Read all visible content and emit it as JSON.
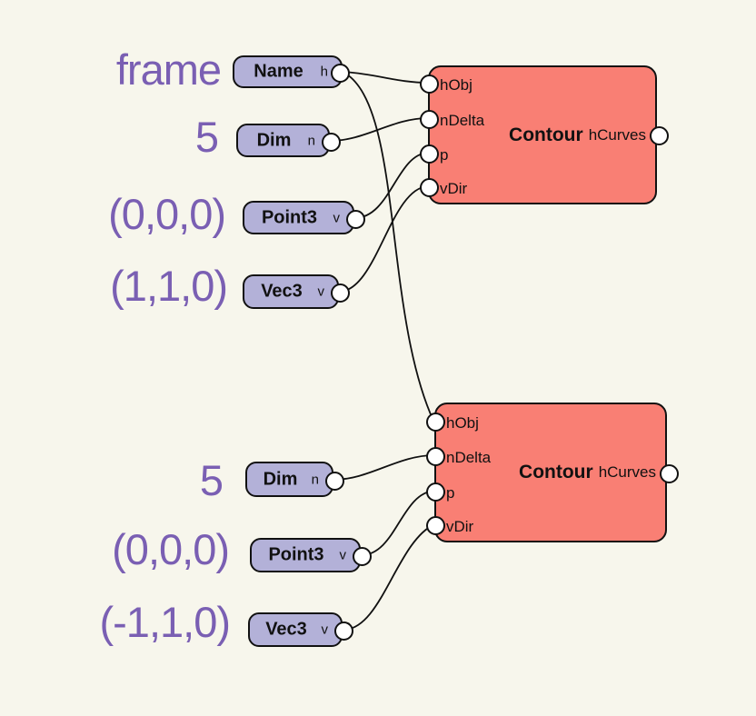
{
  "colors": {
    "background": "#F7F6EC",
    "label_purple": "#7A5FB3",
    "param_node_fill": "#B3B1D8",
    "contour_node_fill": "#F97F74",
    "border": "#111111",
    "port_fill": "#FFFFFF",
    "wire": "#111111"
  },
  "value_labels": [
    {
      "text": "frame"
    },
    {
      "text": "5"
    },
    {
      "text": "(0,0,0)"
    },
    {
      "text": "(1,1,0)"
    },
    {
      "text": "5"
    },
    {
      "text": "(0,0,0)"
    },
    {
      "text": "(-1,1,0)"
    }
  ],
  "param_nodes": [
    {
      "title": "Name",
      "port": "h"
    },
    {
      "title": "Dim",
      "port": "n"
    },
    {
      "title": "Point3",
      "port": "v"
    },
    {
      "title": "Vec3",
      "port": "v"
    },
    {
      "title": "Dim",
      "port": "n"
    },
    {
      "title": "Point3",
      "port": "v"
    },
    {
      "title": "Vec3",
      "port": "v"
    }
  ],
  "contour_nodes": [
    {
      "title": "Contour",
      "inputs": [
        "hObj",
        "nDelta",
        "p",
        "vDir"
      ],
      "output": "hCurves"
    },
    {
      "title": "Contour",
      "inputs": [
        "hObj",
        "nDelta",
        "p",
        "vDir"
      ],
      "output": "hCurves"
    }
  ],
  "connections": [
    {
      "from": "Name.h",
      "to": "Contour-1.hObj"
    },
    {
      "from": "Name.h",
      "to": "Contour-2.hObj"
    },
    {
      "from": "Dim-1.n",
      "to": "Contour-1.nDelta"
    },
    {
      "from": "Point3-1.v",
      "to": "Contour-1.p"
    },
    {
      "from": "Vec3-1.v",
      "to": "Contour-1.vDir"
    },
    {
      "from": "Dim-2.n",
      "to": "Contour-2.nDelta"
    },
    {
      "from": "Point3-2.v",
      "to": "Contour-2.p"
    },
    {
      "from": "Vec3-2.v",
      "to": "Contour-2.vDir"
    }
  ]
}
